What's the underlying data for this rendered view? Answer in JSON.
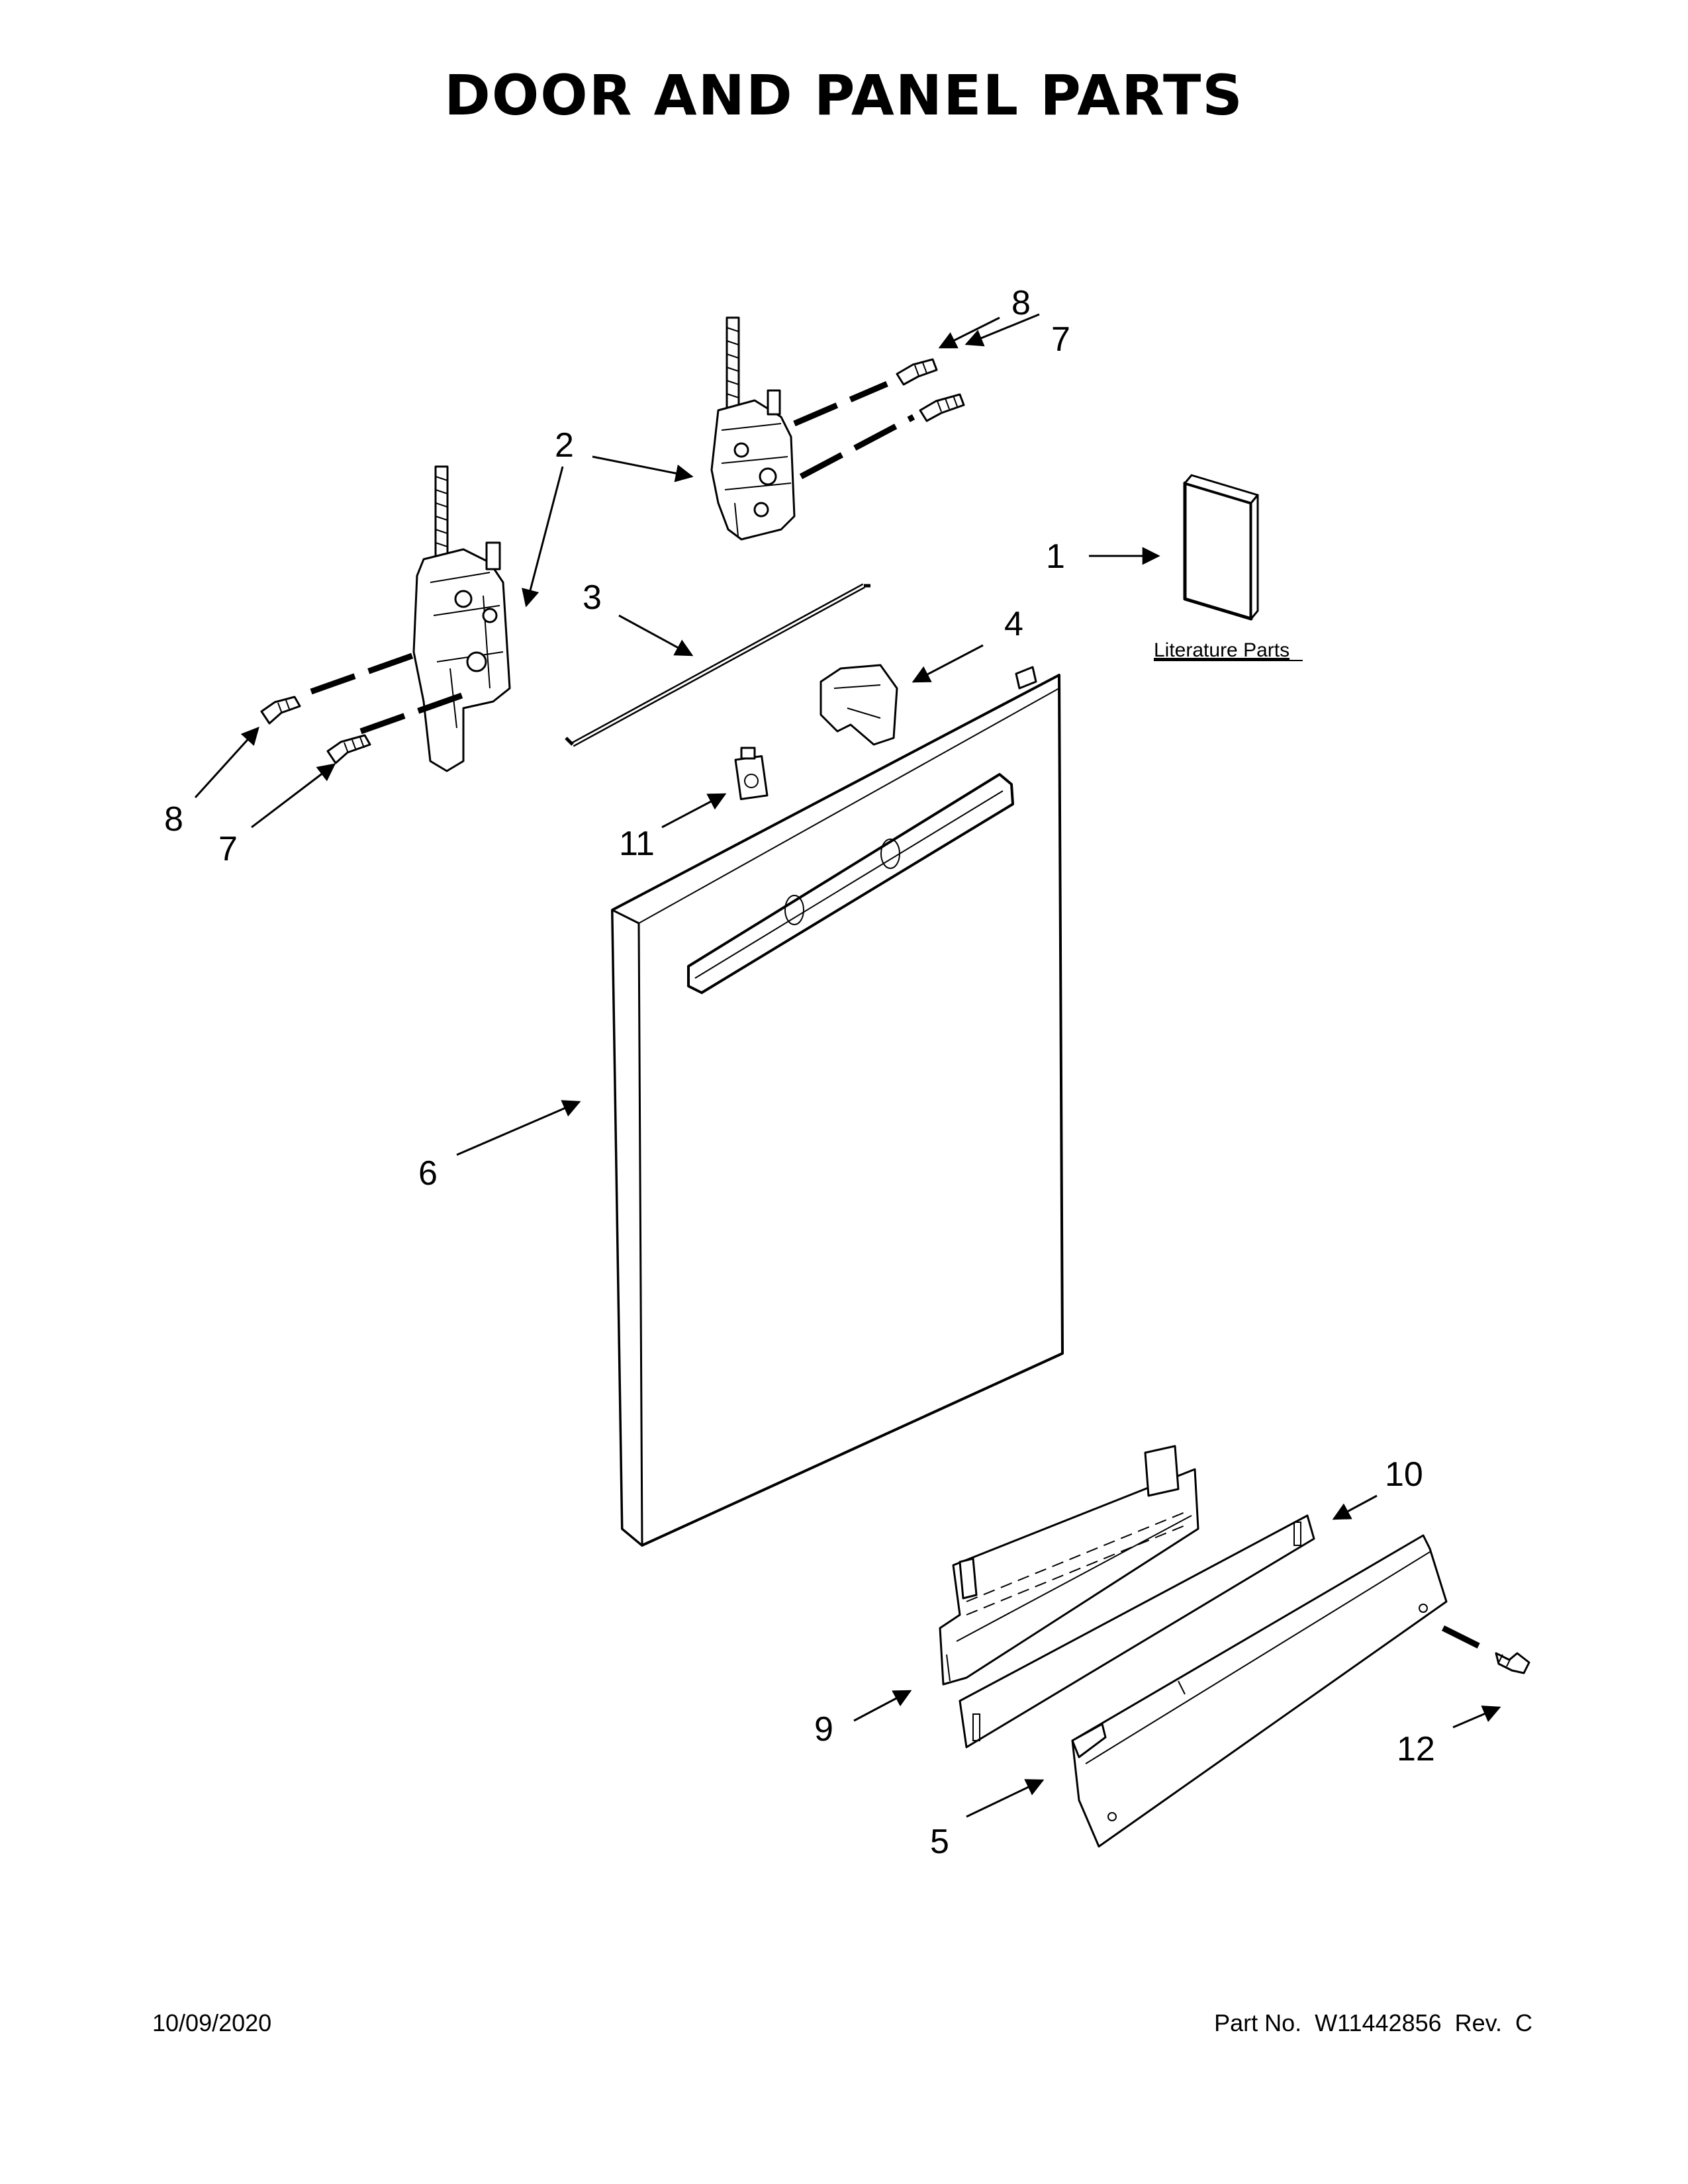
{
  "title": "DOOR AND PANEL PARTS",
  "literature_label": "Literature Parts",
  "callouts": [
    {
      "id": "c1",
      "label": "1"
    },
    {
      "id": "c2",
      "label": "2"
    },
    {
      "id": "c3",
      "label": "3"
    },
    {
      "id": "c4",
      "label": "4"
    },
    {
      "id": "c5",
      "label": "5"
    },
    {
      "id": "c6",
      "label": "6"
    },
    {
      "id": "c7a",
      "label": "7"
    },
    {
      "id": "c7b",
      "label": "7"
    },
    {
      "id": "c8a",
      "label": "8"
    },
    {
      "id": "c8b",
      "label": "8"
    },
    {
      "id": "c9",
      "label": "9"
    },
    {
      "id": "c10",
      "label": "10"
    },
    {
      "id": "c11",
      "label": "11"
    },
    {
      "id": "c12",
      "label": "12"
    }
  ],
  "footer": {
    "date": "10/09/2020",
    "part_no": "Part No.  W11442856  Rev.  C"
  }
}
